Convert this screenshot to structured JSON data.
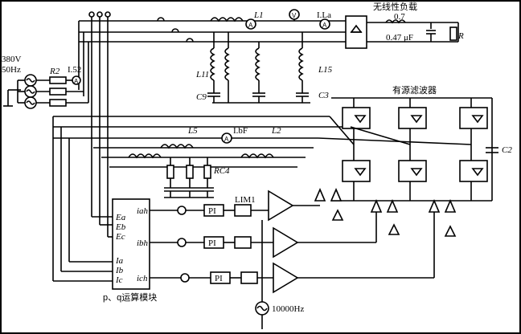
{
  "source": {
    "voltage": "380V",
    "freq": "50Hz",
    "resistor": "R2",
    "ammeter": "I.52"
  },
  "line": {
    "inductor_main": "L1",
    "ammeter_load": "I.La",
    "load_title": "无线性负载",
    "load_r_value": "0.7",
    "load_c_value": "0.47 μF",
    "load_r": "R"
  },
  "tuned": {
    "l11": "L11",
    "c9": "C9",
    "l15": "L15",
    "c3": "C3"
  },
  "filter": {
    "l5": "L5",
    "ammeter_bf": "I.bF",
    "l2": "L2",
    "rc4": "RC4",
    "title": "有源滤波器",
    "c2": "C2"
  },
  "control": {
    "ea": "Ea",
    "eb": "Eb",
    "ec": "Ec",
    "ia": "Ia",
    "ib": "Ib",
    "ic": "Ic",
    "iah": "iah",
    "ibh": "ibh",
    "ich": "ich",
    "pi": "PI",
    "lim": "LIM1",
    "module": "p、q运算模块",
    "carrier": "10000Hz"
  },
  "meter_icons": {
    "ammeter": "A",
    "voltmeter": "V"
  }
}
